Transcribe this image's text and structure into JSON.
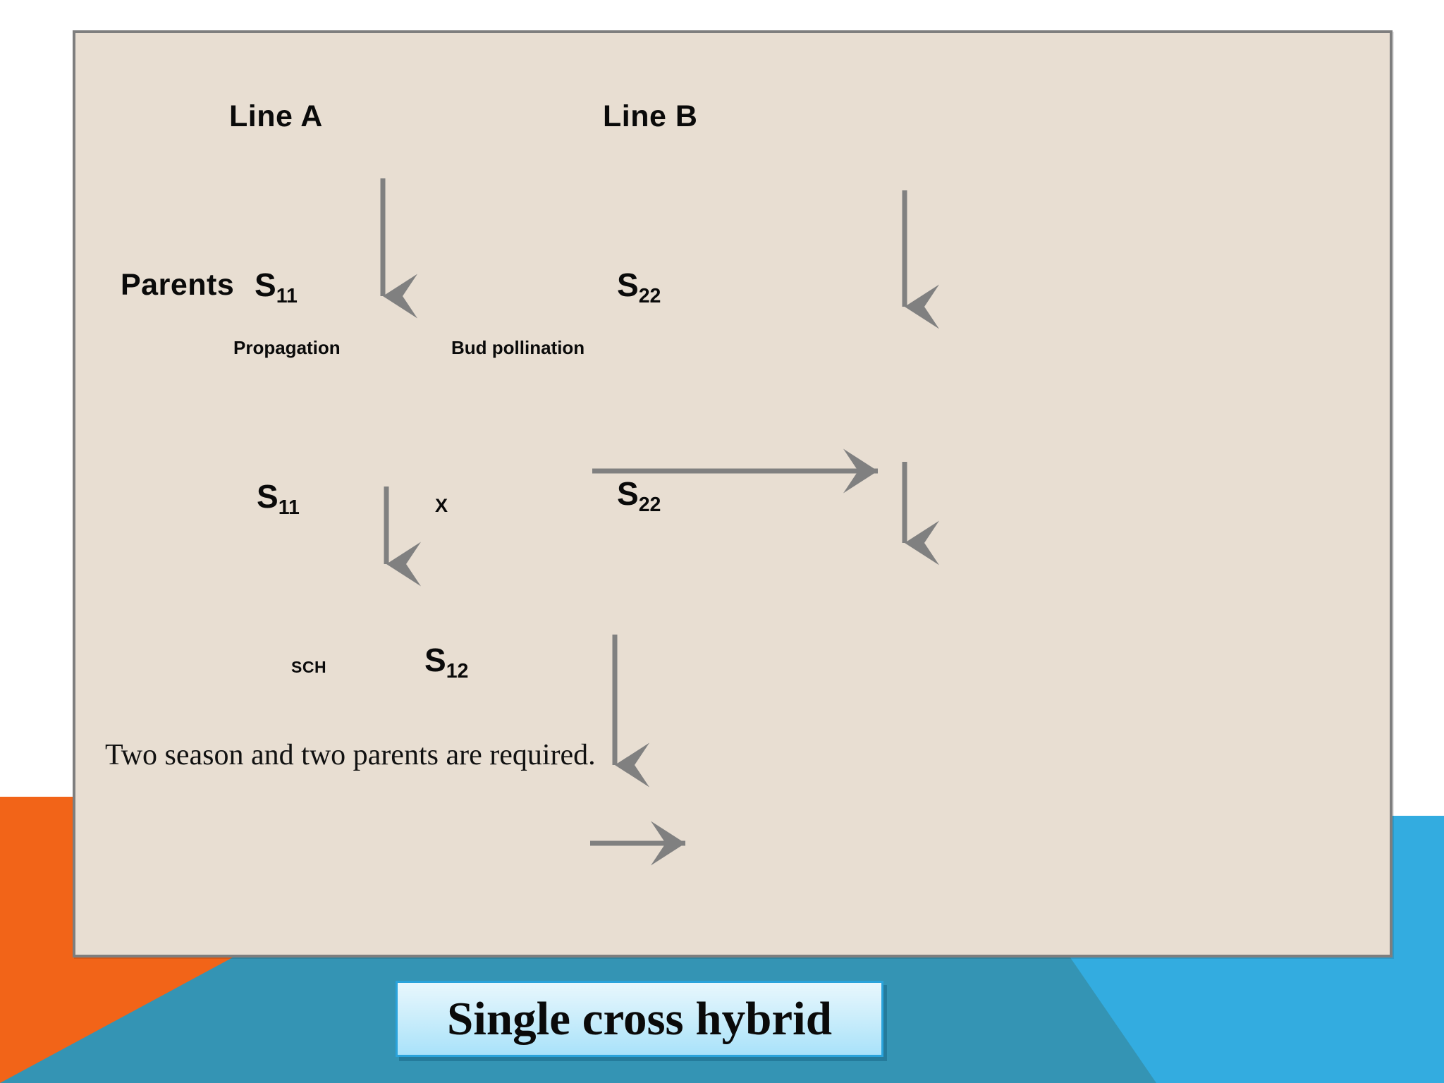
{
  "slide": {
    "background_color": "#ffffff",
    "panel_color": "#E8DED2",
    "panel_border_color": "#7E7E7E",
    "accent_orange": "#F26418",
    "accent_teal": "#3494B4",
    "accent_blue": "#33ACE0",
    "arrow_color": "#808080"
  },
  "headers": {
    "line_a": "Line A",
    "line_b": "Line B"
  },
  "parents_row": {
    "label": "Parents",
    "genotype_a": {
      "symbol": "S",
      "subscript": "11"
    },
    "genotype_b": {
      "symbol": "S",
      "subscript": "22"
    }
  },
  "process_labels": {
    "propagation": "Propagation",
    "bud_pollination": "Bud pollination"
  },
  "cross_row": {
    "parent_a": {
      "symbol": "S",
      "subscript": "11"
    },
    "cross_operator": "X",
    "parent_b": {
      "symbol": "S",
      "subscript": "22"
    }
  },
  "progeny_row": {
    "abbreviation": "SCH",
    "genotype": {
      "symbol": "S",
      "subscript": "12"
    }
  },
  "note": "Two season and two parents are required.",
  "banner": {
    "title": "Single cross hybrid"
  },
  "arrows": [
    {
      "name": "arrow-line-a-down",
      "direction": "down"
    },
    {
      "name": "arrow-line-b-down",
      "direction": "down"
    },
    {
      "name": "arrow-cross-down",
      "direction": "down"
    },
    {
      "name": "arrow-right-column-down",
      "direction": "down"
    },
    {
      "name": "arrow-s22-right",
      "direction": "right"
    },
    {
      "name": "arrow-progeny-down",
      "direction": "down"
    },
    {
      "name": "arrow-bottom-right",
      "direction": "right"
    }
  ]
}
